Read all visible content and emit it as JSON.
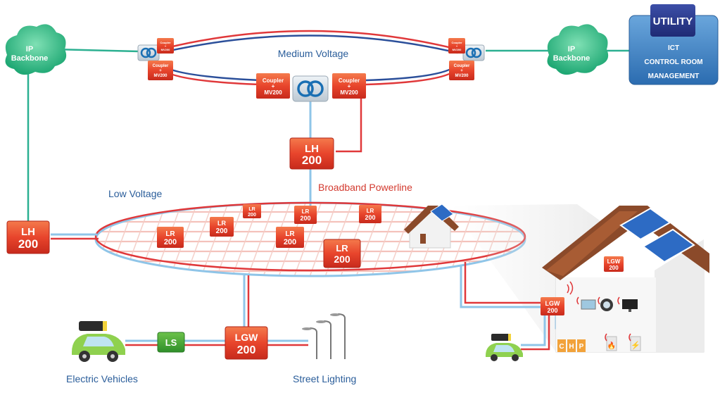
{
  "labels": {
    "medium_voltage": "Medium Voltage",
    "low_voltage": "Low Voltage",
    "broadband_powerline": "Broadband Powerline",
    "electric_vehicles": "Electric Vehicles",
    "street_lighting": "Street Lighting"
  },
  "clouds": {
    "left": [
      "IP",
      "Backbone"
    ],
    "right": [
      "IP",
      "Backbone"
    ]
  },
  "utility": {
    "title": "UTILITY",
    "lines": [
      "ICT",
      "CONTROL ROOM",
      "MANAGEMENT"
    ]
  },
  "couplers": {
    "line1": "Coupler",
    "line2": "+",
    "line3": "MV200"
  },
  "devices": {
    "lh_top": [
      "LH",
      "200"
    ],
    "lh_left": [
      "LH",
      "200"
    ],
    "lgw_street": [
      "LGW",
      "200"
    ],
    "ls": "LS",
    "lgw_house_top": [
      "LGW",
      "200"
    ],
    "lgw_house": [
      "LGW",
      "200"
    ],
    "chp": [
      "C",
      "H",
      "P"
    ]
  },
  "repeaters": [
    [
      "LR",
      "200"
    ],
    [
      "LR",
      "200"
    ],
    [
      "LR",
      "200"
    ],
    [
      "LR",
      "200"
    ],
    [
      "LR",
      "200"
    ],
    [
      "LR",
      "200"
    ],
    [
      "LR",
      "200"
    ]
  ],
  "colors": {
    "power_red": "#e0383a",
    "data_blue": "#8fc5e8",
    "backbone_green": "#2cb091",
    "device_orange": "#e8452c",
    "utility_blue": "#3f7fc1",
    "cloud_green": "#3cbf8c",
    "label_blue": "#2a5d9a",
    "label_red": "#d33a2f"
  }
}
